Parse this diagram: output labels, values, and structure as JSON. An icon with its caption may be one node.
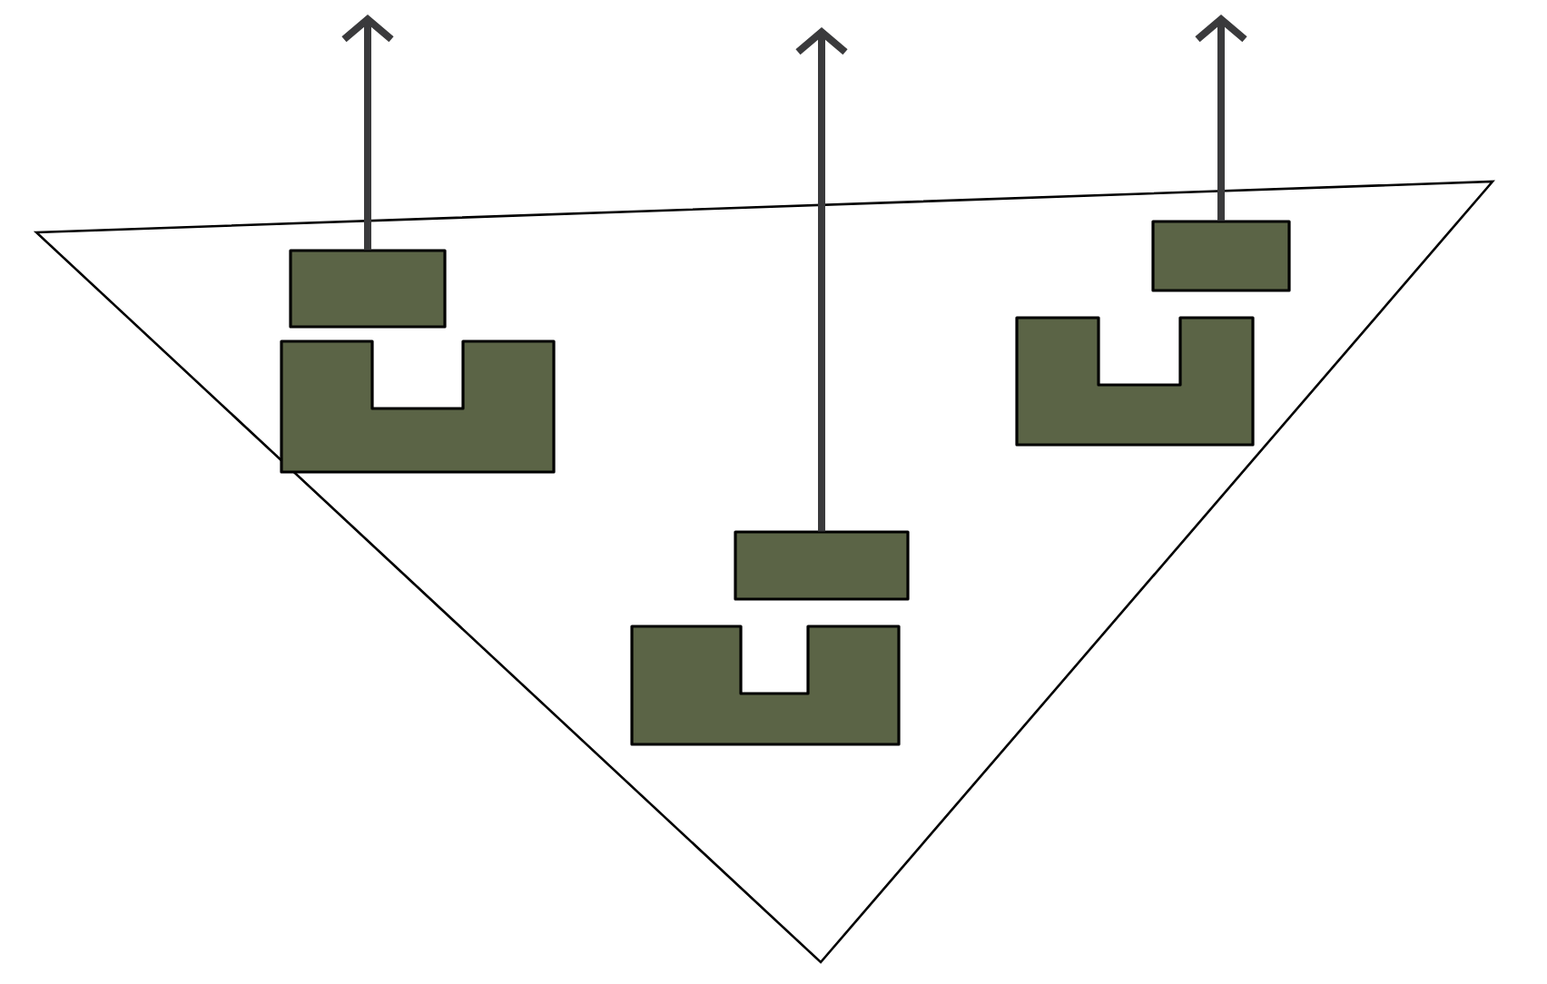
{
  "diagram": {
    "nodes": [
      {
        "text": [],
        "shape": "triangle"
      },
      {
        "text": [],
        "shape": "bar",
        "in": 0
      },
      {
        "text": [],
        "shape": "block",
        "in": 0
      },
      {
        "text": [],
        "shape": "bar",
        "in": 0
      },
      {
        "text": [],
        "shape": "block",
        "in": 0
      },
      {
        "text": [],
        "shape": "bar",
        "in": 0
      },
      {
        "text": [],
        "shape": "block",
        "in": 0
      }
    ],
    "edges": [
      {
        "from": 1,
        "to": null,
        "arrow": "to"
      },
      {
        "from": 3,
        "to": null,
        "arrow": "to"
      },
      {
        "from": 5,
        "to": null,
        "arrow": "to"
      }
    ]
  }
}
